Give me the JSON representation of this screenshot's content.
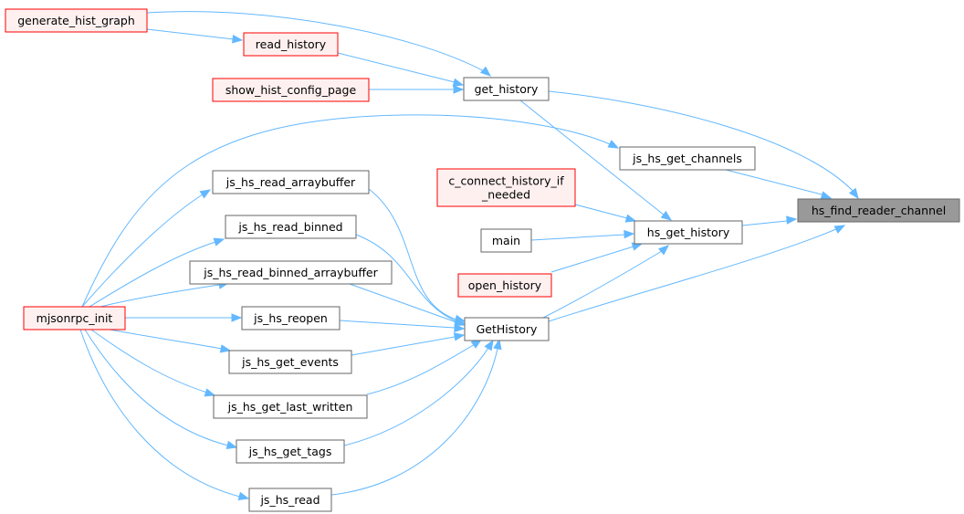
{
  "colors": {
    "edge": "#63b8ff",
    "node_fill": "#ffffff",
    "node_border": "#666666",
    "undocumented_fill": "#fff0f0",
    "undocumented_border": "#ff0000",
    "focus_fill": "#999999",
    "focus_border": "#666666"
  },
  "nodes": [
    {
      "id": "generate_hist_graph",
      "lines": [
        "generate_hist_graph"
      ],
      "style": "red"
    },
    {
      "id": "read_history",
      "lines": [
        "read_history"
      ],
      "style": "red"
    },
    {
      "id": "show_hist_config_page",
      "lines": [
        "show_hist_config_page"
      ],
      "style": "red"
    },
    {
      "id": "get_history",
      "lines": [
        "get_history"
      ],
      "style": "normal"
    },
    {
      "id": "js_hs_get_channels",
      "lines": [
        "js_hs_get_channels"
      ],
      "style": "normal"
    },
    {
      "id": "c_connect_history_if_needed",
      "lines": [
        "c_connect_history_if",
        "_needed"
      ],
      "style": "red"
    },
    {
      "id": "js_hs_read_arraybuffer",
      "lines": [
        "js_hs_read_arraybuffer"
      ],
      "style": "normal"
    },
    {
      "id": "js_hs_read_binned",
      "lines": [
        "js_hs_read_binned"
      ],
      "style": "normal"
    },
    {
      "id": "js_hs_read_binned_arraybuffer",
      "lines": [
        "js_hs_read_binned_arraybuffer"
      ],
      "style": "normal"
    },
    {
      "id": "main",
      "lines": [
        "main"
      ],
      "style": "normal"
    },
    {
      "id": "open_history",
      "lines": [
        "open_history"
      ],
      "style": "red"
    },
    {
      "id": "hs_get_history",
      "lines": [
        "hs_get_history"
      ],
      "style": "normal"
    },
    {
      "id": "hs_find_reader_channel",
      "lines": [
        "hs_find_reader_channel"
      ],
      "style": "focus"
    },
    {
      "id": "mjsonrpc_init",
      "lines": [
        "mjsonrpc_init"
      ],
      "style": "red"
    },
    {
      "id": "js_hs_reopen",
      "lines": [
        "js_hs_reopen"
      ],
      "style": "normal"
    },
    {
      "id": "GetHistory",
      "lines": [
        "GetHistory"
      ],
      "style": "normal"
    },
    {
      "id": "js_hs_get_events",
      "lines": [
        "js_hs_get_events"
      ],
      "style": "normal"
    },
    {
      "id": "js_hs_get_last_written",
      "lines": [
        "js_hs_get_last_written"
      ],
      "style": "normal"
    },
    {
      "id": "js_hs_get_tags",
      "lines": [
        "js_hs_get_tags"
      ],
      "style": "normal"
    },
    {
      "id": "js_hs_read",
      "lines": [
        "js_hs_read"
      ],
      "style": "normal"
    }
  ],
  "edges": [
    {
      "from": "get_history",
      "to": "hs_find_reader_channel"
    },
    {
      "from": "js_hs_get_channels",
      "to": "hs_find_reader_channel"
    },
    {
      "from": "hs_get_history",
      "to": "hs_find_reader_channel"
    },
    {
      "from": "GetHistory",
      "to": "hs_find_reader_channel"
    },
    {
      "from": "generate_hist_graph",
      "to": "get_history"
    },
    {
      "from": "generate_hist_graph",
      "to": "read_history"
    },
    {
      "from": "read_history",
      "to": "get_history"
    },
    {
      "from": "show_hist_config_page",
      "to": "get_history"
    },
    {
      "from": "mjsonrpc_init",
      "to": "js_hs_get_channels"
    },
    {
      "from": "get_history",
      "to": "hs_get_history"
    },
    {
      "from": "c_connect_history_if_needed",
      "to": "hs_get_history"
    },
    {
      "from": "main",
      "to": "hs_get_history"
    },
    {
      "from": "open_history",
      "to": "hs_get_history"
    },
    {
      "from": "GetHistory",
      "to": "hs_get_history"
    },
    {
      "from": "mjsonrpc_init",
      "to": "js_hs_read_arraybuffer"
    },
    {
      "from": "mjsonrpc_init",
      "to": "js_hs_read_binned"
    },
    {
      "from": "mjsonrpc_init",
      "to": "js_hs_read_binned_arraybuffer"
    },
    {
      "from": "mjsonrpc_init",
      "to": "js_hs_reopen"
    },
    {
      "from": "mjsonrpc_init",
      "to": "js_hs_get_events"
    },
    {
      "from": "mjsonrpc_init",
      "to": "js_hs_get_last_written"
    },
    {
      "from": "mjsonrpc_init",
      "to": "js_hs_get_tags"
    },
    {
      "from": "mjsonrpc_init",
      "to": "js_hs_read"
    },
    {
      "from": "js_hs_read_arraybuffer",
      "to": "GetHistory"
    },
    {
      "from": "js_hs_read_binned",
      "to": "GetHistory"
    },
    {
      "from": "js_hs_read_binned_arraybuffer",
      "to": "GetHistory"
    },
    {
      "from": "js_hs_reopen",
      "to": "GetHistory"
    },
    {
      "from": "js_hs_get_events",
      "to": "GetHistory"
    },
    {
      "from": "js_hs_get_last_written",
      "to": "GetHistory"
    },
    {
      "from": "js_hs_get_tags",
      "to": "GetHistory"
    },
    {
      "from": "js_hs_read",
      "to": "GetHistory"
    }
  ]
}
